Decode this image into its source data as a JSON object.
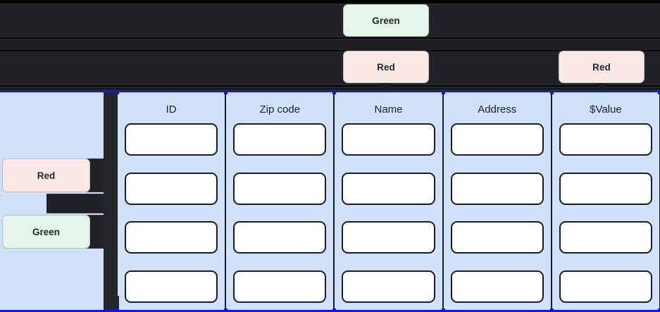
{
  "header": {
    "bands": [
      {
        "name": "band-row-1"
      },
      {
        "name": "band-gap"
      },
      {
        "name": "band-row-2"
      },
      {
        "name": "band-row-3"
      }
    ],
    "chips": [
      {
        "id": "green-top",
        "label": "Green",
        "status": "green"
      },
      {
        "id": "red-middle",
        "label": "Red",
        "status": "red"
      },
      {
        "id": "red-right",
        "label": "Red",
        "status": "red"
      }
    ]
  },
  "sidebar": {
    "chips": [
      {
        "id": "side-red",
        "label": "Red",
        "status": "red"
      },
      {
        "id": "side-green",
        "label": "Green",
        "status": "green"
      }
    ]
  },
  "table": {
    "columns": [
      {
        "header": "ID",
        "rows": [
          "",
          "",
          "",
          ""
        ]
      },
      {
        "header": "Zip code",
        "rows": [
          "",
          "",
          "",
          ""
        ]
      },
      {
        "header": "Name",
        "rows": [
          "",
          "",
          "",
          ""
        ]
      },
      {
        "header": "Address",
        "rows": [
          "",
          "",
          "",
          ""
        ]
      },
      {
        "header": "$Value",
        "rows": [
          "",
          "",
          "",
          ""
        ]
      }
    ],
    "row_count": 4
  },
  "colors": {
    "panel_background": "#cfe1fb",
    "panel_border": "#1414e8",
    "dark_background": "#212226",
    "page_background": "#000000",
    "chip_green": "#e4f5e9",
    "chip_red": "#fbe9e7",
    "cell_background": "#ffffff",
    "cell_border": "#1b1c20"
  }
}
